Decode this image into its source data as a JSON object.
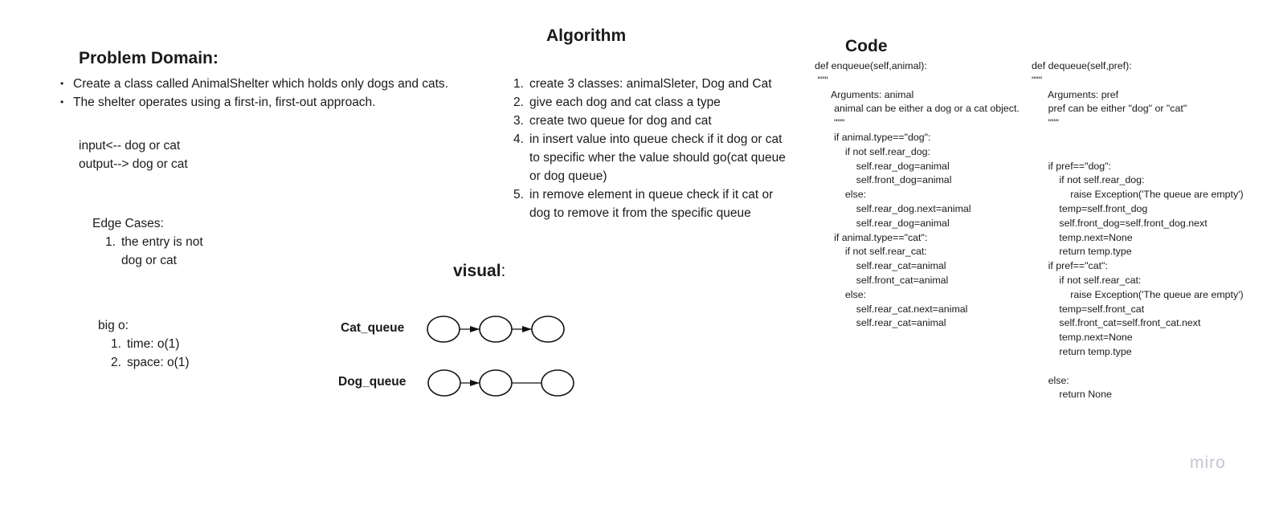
{
  "problem_domain": {
    "title": "Problem Domain:",
    "bullets": [
      "Create a class called AnimalShelter which holds only dogs and cats.",
      "The shelter operates using a first-in, first-out approach."
    ],
    "io": [
      "input<-- dog or cat",
      "output--> dog or cat"
    ]
  },
  "edge_cases": {
    "title": "Edge Cases:",
    "items": [
      {
        "num": "1.",
        "text": "the entry is not dog or cat"
      }
    ]
  },
  "big_o": {
    "title": "big o:",
    "items": [
      {
        "num": "1.",
        "text": "time: o(1)"
      },
      {
        "num": "2.",
        "text": "space: o(1)"
      }
    ]
  },
  "algorithm": {
    "title": "Algorithm",
    "steps": [
      {
        "num": "1.",
        "text": "create 3 classes: animalSleter, Dog and Cat"
      },
      {
        "num": "2.",
        "text": "give each dog and cat class a type"
      },
      {
        "num": "3.",
        "text": "create two queue for dog and cat"
      },
      {
        "num": "4.",
        "text": "in insert value into queue check if it dog or cat to specific wher the value should go(cat queue or dog queue)"
      },
      {
        "num": "5.",
        "text": "in remove element in queue check if it cat or dog to remove it from the specific queue"
      }
    ]
  },
  "visual": {
    "title": "visual",
    "colon": ":",
    "cat_label": "Cat_queue",
    "dog_label": "Dog_queue"
  },
  "code": {
    "title": "Code",
    "enqueue": "def enqueue(self,animal):\n \"\"\"\n      Arguments: animal\n       animal can be either a dog or a cat object.\n       \"\"\"\n       if animal.type==\"dog\":\n           if not self.rear_dog:\n               self.rear_dog=animal\n               self.front_dog=animal\n           else:\n               self.rear_dog.next=animal\n               self.rear_dog=animal\n       if animal.type==\"cat\":\n           if not self.rear_cat:\n               self.rear_cat=animal\n               self.front_cat=animal\n           else:\n               self.rear_cat.next=animal\n               self.rear_cat=animal",
    "dequeue": "def dequeue(self,pref):\n\"\"\"\n      Arguments: pref\n      pref can be either \"dog\" or \"cat\"\n      \"\"\"\n\n\n      if pref==\"dog\":\n          if not self.rear_dog:\n              raise Exception('The queue are empty')\n          temp=self.front_dog\n          self.front_dog=self.front_dog.next\n          temp.next=None\n          return temp.type\n      if pref==\"cat\":\n          if not self.rear_cat:\n              raise Exception('The queue are empty')\n          temp=self.front_cat\n          self.front_cat=self.front_cat.next\n          temp.next=None\n          return temp.type\n\n      else:\n          return None"
  },
  "watermark": "miro"
}
